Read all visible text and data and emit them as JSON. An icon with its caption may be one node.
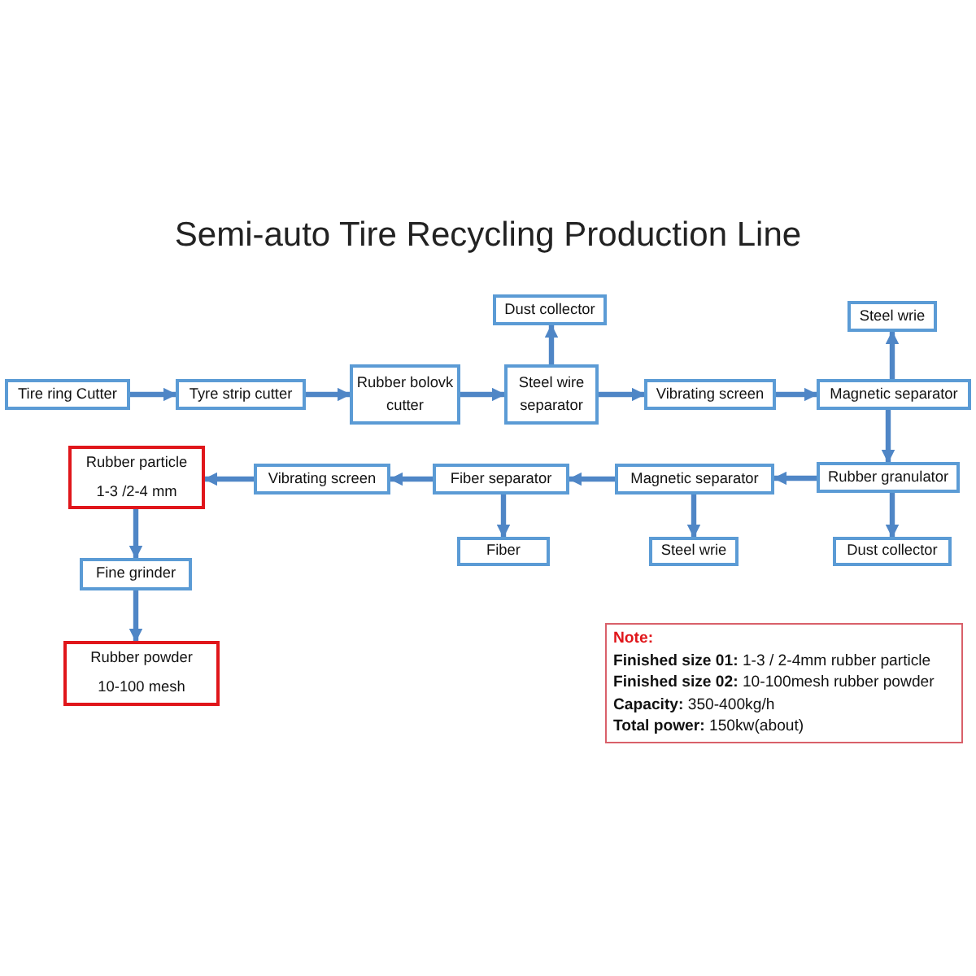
{
  "diagram": {
    "title": "Semi-auto Tire Recycling Production Line",
    "nodes": [
      {
        "text": [
          "Tire ring Cutter"
        ]
      },
      {
        "text": [
          "Tyre strip cutter"
        ]
      },
      {
        "text": [
          "Rubber bolovk cutter"
        ]
      },
      {
        "text": [
          "Dust collector"
        ]
      },
      {
        "text": [
          "Steel wire separator"
        ]
      },
      {
        "text": [
          "Vibrating screen"
        ]
      },
      {
        "text": [
          "Steel wrie"
        ]
      },
      {
        "text": [
          "Magnetic separator"
        ]
      },
      {
        "text": [
          "Rubber granulator"
        ]
      },
      {
        "text": [
          "Dust collector"
        ]
      },
      {
        "text": [
          "Magnetic separator"
        ]
      },
      {
        "text": [
          "Steel wrie"
        ]
      },
      {
        "text": [
          "Fiber separator"
        ]
      },
      {
        "text": [
          "Fiber"
        ]
      },
      {
        "text": [
          "Vibrating screen"
        ]
      },
      {
        "text": [
          "Rubber particle",
          "1-3 /2-4 mm"
        ]
      },
      {
        "text": [
          "Fine grinder"
        ]
      },
      {
        "text": [
          "Rubber powder",
          "10-100 mesh"
        ]
      },
      {
        "text": [
          "Note:",
          "**Finished size 01:** 1-3 / 2-4mm rubber particle",
          "**Finished size 02:** 10-100mesh rubber powder",
          "**Capacity:** 350-400kg/h",
          "**Total power:** 150kw(about)"
        ]
      }
    ],
    "edges": [
      {
        "from": 0,
        "to": 1,
        "arrow": "to"
      },
      {
        "from": 1,
        "to": 2,
        "arrow": "to"
      },
      {
        "from": 2,
        "to": 4,
        "arrow": "to"
      },
      {
        "from": 4,
        "to": 3,
        "arrow": "to"
      },
      {
        "from": 4,
        "to": 5,
        "arrow": "to"
      },
      {
        "from": 5,
        "to": 7,
        "arrow": "to"
      },
      {
        "from": 7,
        "to": 6,
        "arrow": "to"
      },
      {
        "from": 7,
        "to": 8,
        "arrow": "to"
      },
      {
        "from": 8,
        "to": 9,
        "arrow": "to"
      },
      {
        "from": 8,
        "to": 10,
        "arrow": "to"
      },
      {
        "from": 10,
        "to": 11,
        "arrow": "to"
      },
      {
        "from": 10,
        "to": 12,
        "arrow": "to"
      },
      {
        "from": 12,
        "to": 13,
        "arrow": "to"
      },
      {
        "from": 12,
        "to": 14,
        "arrow": "to"
      },
      {
        "from": 14,
        "to": 15,
        "arrow": "to"
      },
      {
        "from": 15,
        "to": 16,
        "arrow": "to"
      },
      {
        "from": 16,
        "to": 17,
        "arrow": "to"
      }
    ]
  }
}
